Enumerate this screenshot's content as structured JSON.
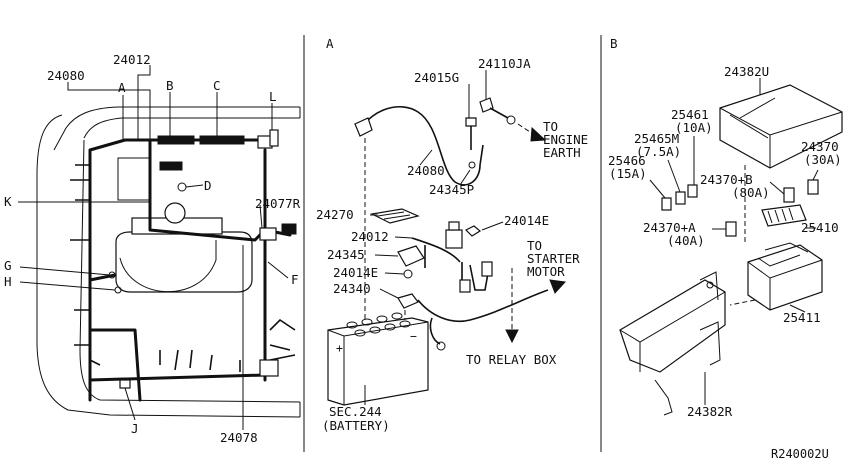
{
  "sections": {
    "a": "A",
    "b": "B"
  },
  "left_panel": {
    "part_24012": "24012",
    "part_24080": "24080",
    "part_24077r": "24077R",
    "part_24078": "24078",
    "letter_a": "A",
    "letter_b": "B",
    "letter_c": "C",
    "letter_l": "L",
    "letter_d": "D",
    "letter_k": "K",
    "letter_g": "G",
    "letter_h": "H",
    "letter_f": "F",
    "letter_j": "J"
  },
  "middle_panel": {
    "part_24110ja": "24110JA",
    "part_24015g": "24015G",
    "part_24080": "24080",
    "part_24345p": "24345P",
    "part_24270": "24270",
    "part_24014e_top": "24014E",
    "part_24012": "24012",
    "part_24345": "24345",
    "part_24014e_mid": "24014E",
    "part_24340": "24340",
    "to_engine_earth_1": "TO",
    "to_engine_earth_2": "ENGINE",
    "to_engine_earth_3": "EARTH",
    "to_starter_1": "TO",
    "to_starter_2": "STARTER",
    "to_starter_3": "MOTOR",
    "to_relay_box": "TO RELAY BOX",
    "battery_1": "SEC.244",
    "battery_2": "(BATTERY)"
  },
  "right_panel": {
    "part_24382u": "24382U",
    "part_25461": "25461",
    "amp_25461": "(10A)",
    "part_25465m": "25465M",
    "amp_25465m": "(7.5A)",
    "part_25466": "25466",
    "amp_25466": "(15A)",
    "part_24370": "24370",
    "amp_24370": "(30A)",
    "part_24370b": "24370+B",
    "amp_24370b": "(80A)",
    "part_24370a": "24370+A",
    "amp_24370a": "(40A)",
    "part_25410": "25410",
    "part_25411": "25411",
    "part_24382r": "24382R"
  },
  "reference_code": "R240002U"
}
